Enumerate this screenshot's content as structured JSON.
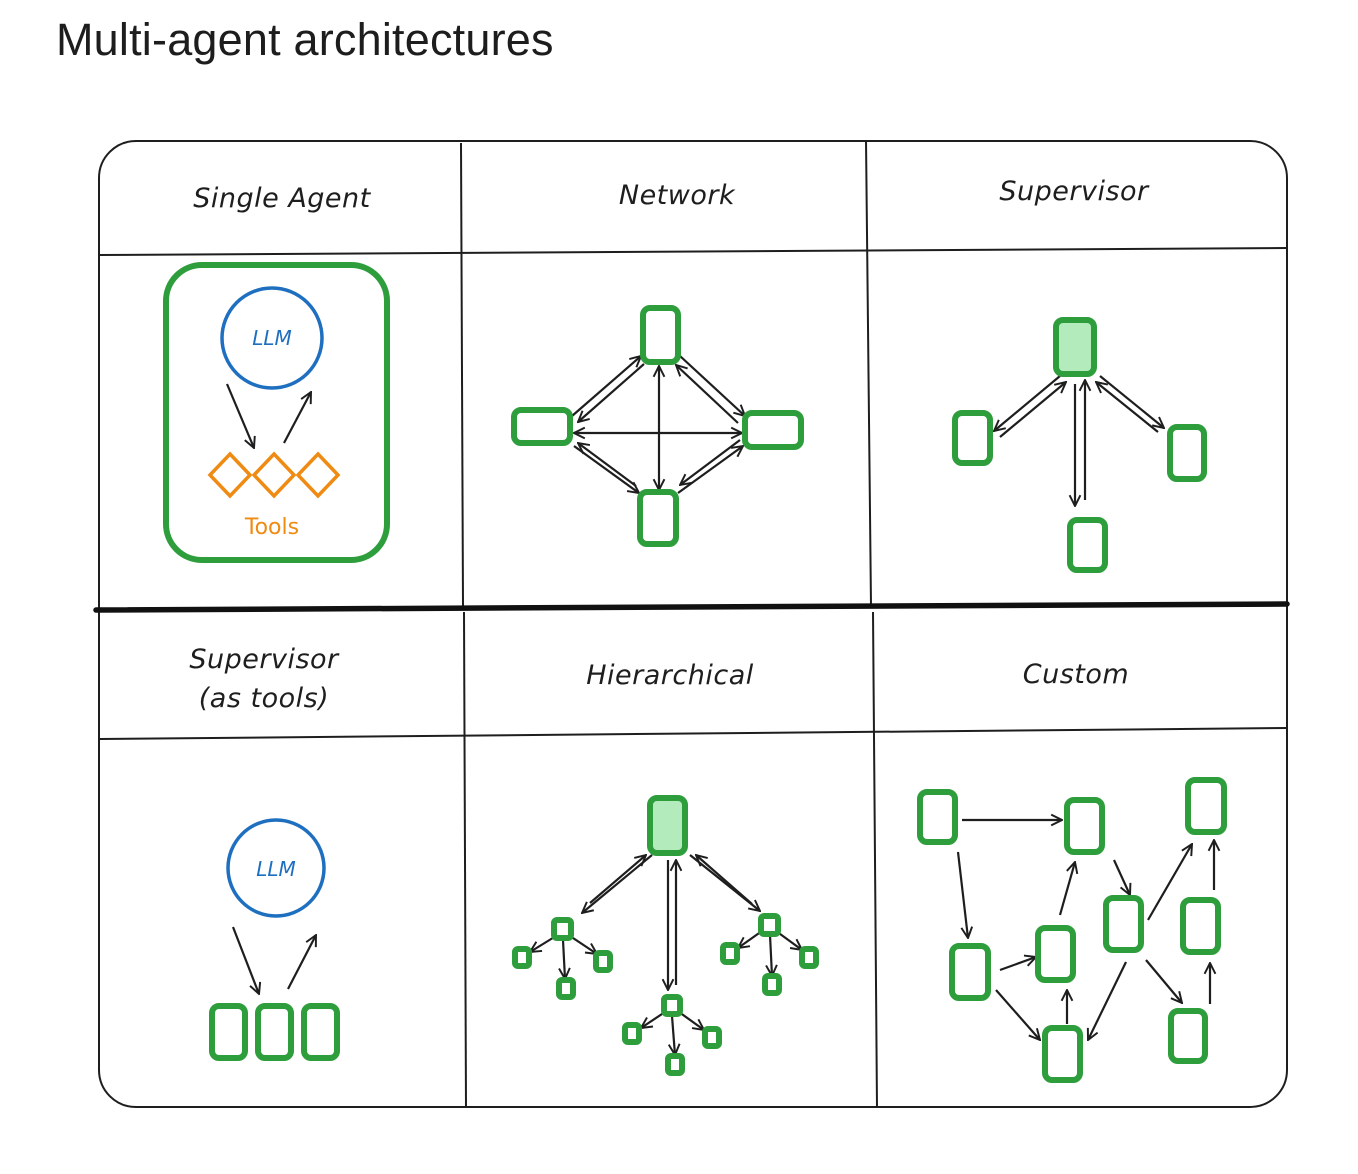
{
  "title": "Multi-agent architectures",
  "cells": {
    "single_agent": {
      "title": "Single Agent",
      "llm": "LLM",
      "tools": "Tools"
    },
    "network": {
      "title": "Network"
    },
    "supervisor": {
      "title": "Supervisor"
    },
    "supervisor_tools": {
      "title_line1": "Supervisor",
      "title_line2": "(as tools)",
      "llm": "LLM"
    },
    "hierarchical": {
      "title": "Hierarchical"
    },
    "custom": {
      "title": "Custom"
    }
  },
  "colors": {
    "agent_stroke": "#2e9e3d",
    "lead_agent_fill": "#b4ebbd",
    "llm_circle": "#1e6fc0",
    "tools": "#ef8a12",
    "ink": "#1e1e1e"
  }
}
